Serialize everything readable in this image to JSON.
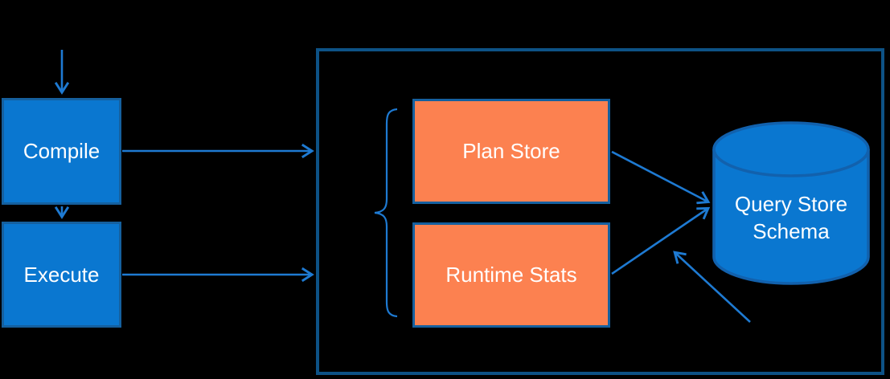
{
  "nodes": {
    "compile": {
      "label": "Compile"
    },
    "execute": {
      "label": "Execute"
    },
    "plan_store": {
      "label": "Plan Store"
    },
    "runtime_stats": {
      "label": "Runtime Stats"
    },
    "query_store_schema": {
      "label": "Query Store Schema"
    }
  },
  "colors": {
    "background": "#000000",
    "node_fill": "#0a77d0",
    "node_border": "#15609f",
    "store_fill": "#fc8150",
    "store_border": "#15609f",
    "container_border": "#0d5286",
    "connector": "#1e7ad2",
    "cylinder_fill": "#0a77d0",
    "cylinder_border": "#1261ad",
    "label_text": "#ffffff"
  }
}
